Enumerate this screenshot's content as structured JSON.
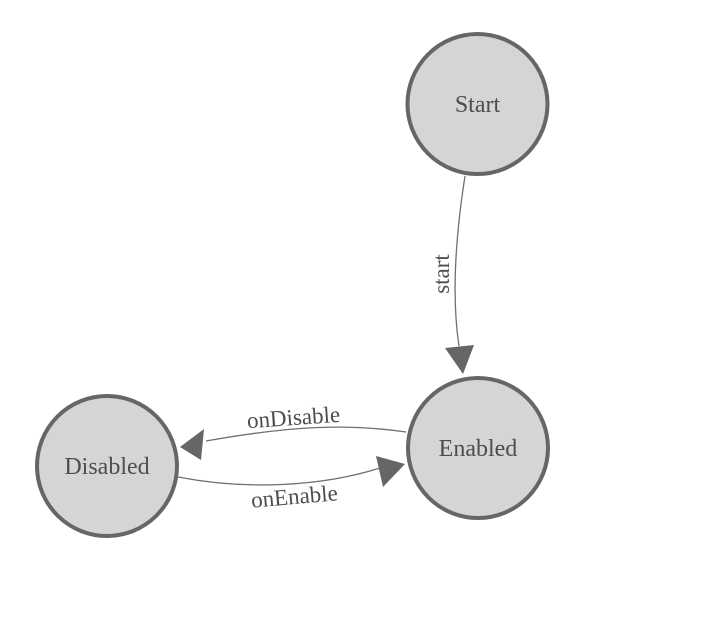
{
  "states": [
    {
      "id": "start",
      "label": "Start"
    },
    {
      "id": "enabled",
      "label": "Enabled"
    },
    {
      "id": "disabled",
      "label": "Disabled"
    }
  ],
  "transitions": [
    {
      "id": "start-to-enabled",
      "label": "start",
      "from": "Start",
      "to": "Enabled"
    },
    {
      "id": "enabled-to-disabled",
      "label": "onDisable",
      "from": "Enabled",
      "to": "Disabled"
    },
    {
      "id": "disabled-to-enabled",
      "label": "onEnable",
      "from": "Disabled",
      "to": "Enabled"
    }
  ],
  "icons": {
    "arrowhead": "filled-triangle"
  },
  "colors": {
    "state_fill": "#d5d5d5",
    "state_stroke": "#666666",
    "edge_stroke": "#707070",
    "arrowhead_fill": "#666666",
    "label_text": "#4d4d4d",
    "background": "#ffffff"
  }
}
